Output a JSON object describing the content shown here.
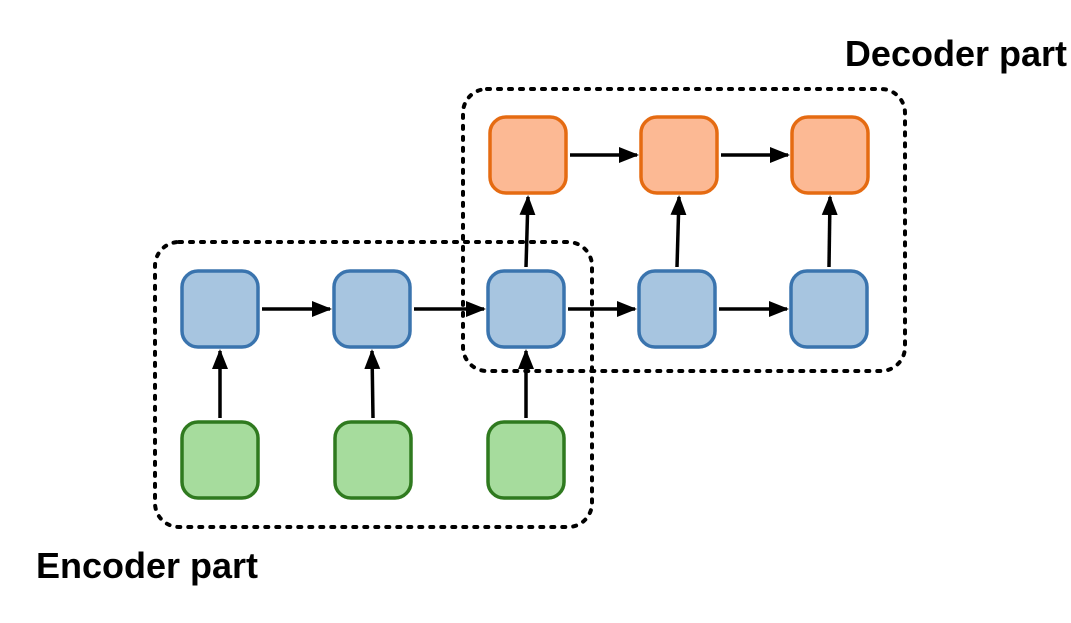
{
  "groups": {
    "decoder": {
      "label": "Decoder part"
    },
    "encoder": {
      "label": "Encoder part"
    }
  },
  "colors": {
    "hidden_fill": "#a7c5e0",
    "hidden_stroke": "#3a74ae",
    "input_fill": "#a6dc9d",
    "input_stroke": "#2f7a1f",
    "output_fill": "#fcb994",
    "output_stroke": "#e56b12",
    "edge": "#000000"
  },
  "nodes": [
    {
      "id": "d1",
      "kind": "output"
    },
    {
      "id": "d2",
      "kind": "output"
    },
    {
      "id": "d3",
      "kind": "output"
    },
    {
      "id": "h1",
      "kind": "hidden"
    },
    {
      "id": "h2",
      "kind": "hidden"
    },
    {
      "id": "h3",
      "kind": "hidden"
    },
    {
      "id": "h4",
      "kind": "hidden"
    },
    {
      "id": "h5",
      "kind": "hidden"
    },
    {
      "id": "x1",
      "kind": "input"
    },
    {
      "id": "x2",
      "kind": "input"
    },
    {
      "id": "x3",
      "kind": "input"
    }
  ],
  "edges": [
    {
      "from": "x1",
      "to": "h1"
    },
    {
      "from": "x2",
      "to": "h2"
    },
    {
      "from": "x3",
      "to": "h3"
    },
    {
      "from": "h1",
      "to": "h2"
    },
    {
      "from": "h2",
      "to": "h3"
    },
    {
      "from": "h3",
      "to": "h4"
    },
    {
      "from": "h4",
      "to": "h5"
    },
    {
      "from": "h3",
      "to": "d1"
    },
    {
      "from": "h4",
      "to": "d2"
    },
    {
      "from": "h5",
      "to": "d3"
    },
    {
      "from": "d1",
      "to": "d2"
    },
    {
      "from": "d2",
      "to": "d3"
    }
  ]
}
